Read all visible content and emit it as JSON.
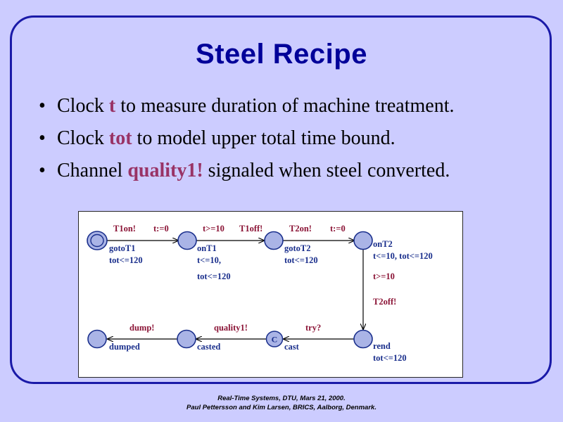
{
  "slide": {
    "background_color": "#ccccff",
    "frame_color": "#1a1aa8",
    "title": "Steel Recipe",
    "title_color": "#000099",
    "highlight_color": "#993366"
  },
  "bullets": [
    {
      "marker": "•",
      "parts": [
        {
          "text": "Clock ",
          "highlight": false
        },
        {
          "text": "t",
          "highlight": true
        },
        {
          "text": " to measure duration of machine treatment.",
          "highlight": false
        }
      ]
    },
    {
      "marker": "•",
      "parts": [
        {
          "text": "Clock ",
          "highlight": false
        },
        {
          "text": "tot",
          "highlight": true
        },
        {
          "text": " to model upper total time bound.",
          "highlight": false
        }
      ]
    },
    {
      "marker": "•",
      "parts": [
        {
          "text": "Channel ",
          "highlight": false
        },
        {
          "text": "quality1!",
          "highlight": true
        },
        {
          "text": " signaled when steel converted.",
          "highlight": false
        }
      ]
    }
  ],
  "automaton": {
    "state_fill": "#aab4e6",
    "state_stroke": "#1a2f8c",
    "state_label_color": "#1a2f8c",
    "transition_label_color": "#8b1436",
    "committed_marker": "C",
    "states": [
      {
        "id": "gotoT1",
        "name": "gotoT1",
        "invariant": "tot<=120",
        "initial": true,
        "committed": false
      },
      {
        "id": "onT1",
        "name": "onT1",
        "invariant": "t<=10,",
        "invariant2": "tot<=120",
        "initial": false,
        "committed": false
      },
      {
        "id": "gotoT2",
        "name": "gotoT2",
        "invariant": "tot<=120",
        "initial": false,
        "committed": false
      },
      {
        "id": "onT2",
        "name": "onT2",
        "invariant": "t<=10, tot<=120",
        "initial": false,
        "committed": false
      },
      {
        "id": "rend",
        "name": "rend",
        "invariant": "tot<=120",
        "initial": false,
        "committed": false
      },
      {
        "id": "cast",
        "name": "cast",
        "invariant": "",
        "initial": false,
        "committed": true
      },
      {
        "id": "casted",
        "name": "casted",
        "invariant": "",
        "initial": false,
        "committed": false
      },
      {
        "id": "dumped",
        "name": "dumped",
        "invariant": "",
        "initial": false,
        "committed": false
      }
    ],
    "transitions": [
      {
        "from": "gotoT1",
        "to": "onT1",
        "sync": "T1on!",
        "guard": "",
        "assign": "t:=0"
      },
      {
        "from": "onT1",
        "to": "gotoT2",
        "sync": "T1off!",
        "guard": "t>=10",
        "assign": ""
      },
      {
        "from": "gotoT2",
        "to": "onT2",
        "sync": "T2on!",
        "guard": "",
        "assign": "t:=0"
      },
      {
        "from": "onT2",
        "to": "rend",
        "sync": "T2off!",
        "guard": "t>=10",
        "assign": ""
      },
      {
        "from": "rend",
        "to": "cast",
        "sync": "try?",
        "guard": "",
        "assign": ""
      },
      {
        "from": "cast",
        "to": "casted",
        "sync": "quality1!",
        "guard": "",
        "assign": ""
      },
      {
        "from": "casted",
        "to": "dumped",
        "sync": "dump!",
        "guard": "",
        "assign": ""
      }
    ],
    "labels": {
      "t1on": "T1on!",
      "t_reset_1": "t:=0",
      "t_ge_10_a": "t>=10",
      "t1off": "T1off!",
      "t2on": "T2on!",
      "t_reset_2": "t:=0",
      "t_ge_10_b": "t>=10",
      "t2off": "T2off!",
      "try": "try?",
      "quality1": "quality1!",
      "dump": "dump!",
      "gotoT1": "gotoT1",
      "gotoT1_inv": "tot<=120",
      "onT1": "onT1",
      "onT1_inv1": "t<=10,",
      "onT1_inv2": "tot<=120",
      "gotoT2": "gotoT2",
      "gotoT2_inv": "tot<=120",
      "onT2": "onT2",
      "onT2_inv": "t<=10, tot<=120",
      "rend": "rend",
      "rend_inv": "tot<=120",
      "cast": "cast",
      "casted": "casted",
      "dumped": "dumped"
    }
  },
  "footer": {
    "line1": "Real-Time Systems, DTU, Mars 21, 2000.",
    "line2": "Paul Pettersson and Kim Larsen, BRICS, Aalborg, Denmark."
  }
}
